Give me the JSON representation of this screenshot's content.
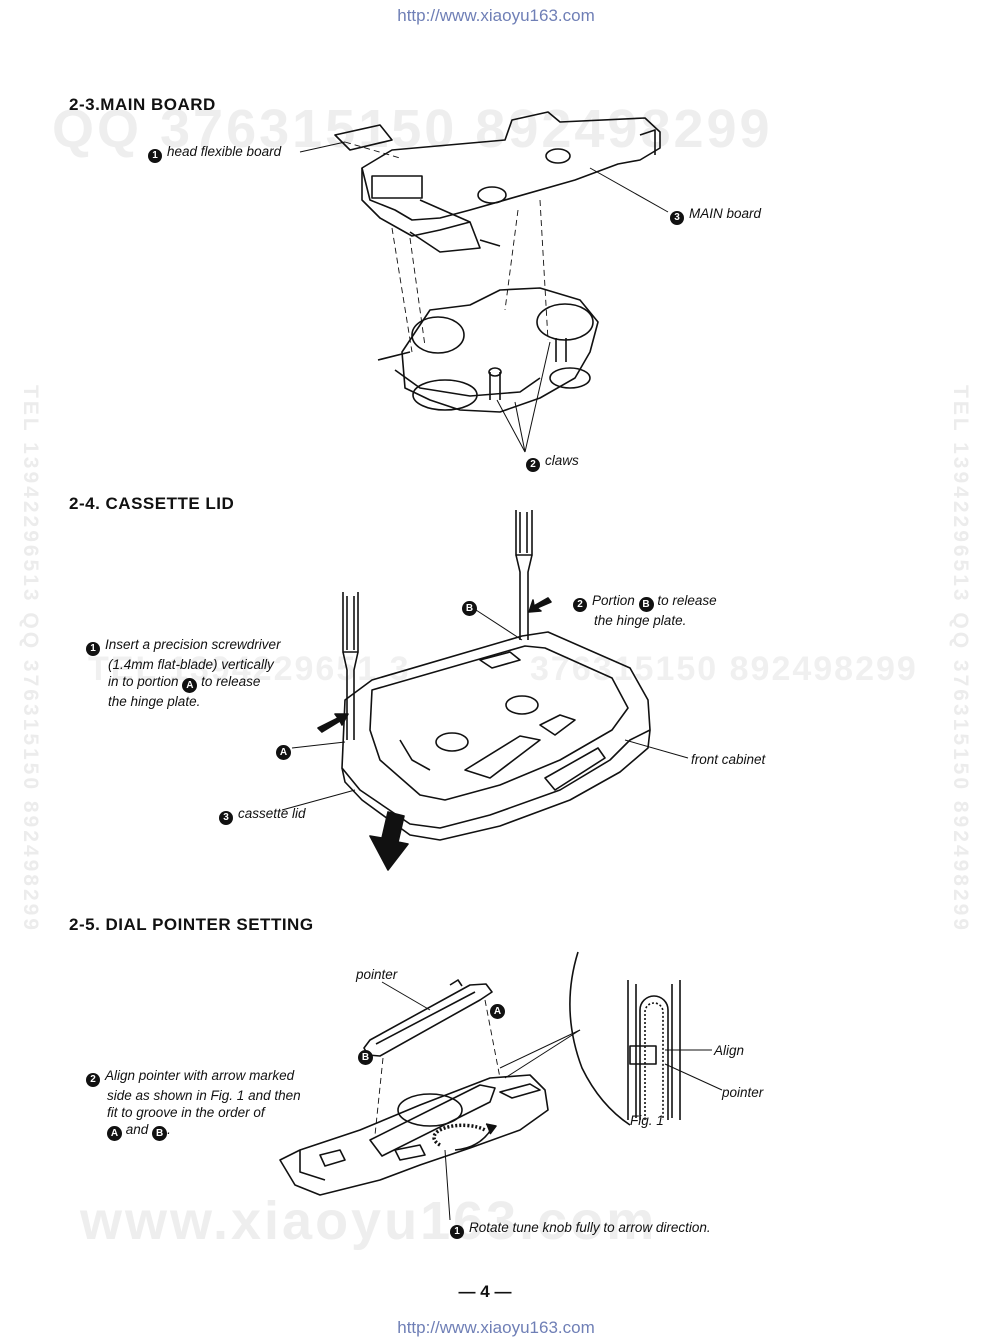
{
  "header_url": "http://www.xiaoyu163.com",
  "footer_url": "http://www.xiaoyu163.com",
  "watermarks": {
    "qq_top": "QQ 376315150  892498299",
    "tel_side": "TEL 13942296513  QQ 376315150  892498299",
    "mid": "376315150  892498299",
    "mid_left": "TEL 1394229651 3",
    "bottom": "www.xiaoyu163.com"
  },
  "sections": {
    "main_board": {
      "title": "2-3.MAIN BOARD",
      "labels": {
        "head_flex_num": "1",
        "head_flex": "head flexible board",
        "main_board_num": "3",
        "main_board": "MAIN board",
        "claws_num": "2",
        "claws": "claws"
      }
    },
    "cassette_lid": {
      "title": "2-4.  CASSETTE LID",
      "labels": {
        "insert_num": "1",
        "insert_line1": "Insert a precision screwdriver",
        "insert_line2": "(1.4mm flat-blade) vertically",
        "insert_line3a": "in to portion",
        "insert_line3b": "to release",
        "insert_line4": "the hinge plate.",
        "portion_num": "2",
        "portion_a": "Portion",
        "portion_b": "to release",
        "portion_line2": "the hinge plate.",
        "front_cabinet": "front cabinet",
        "lid_num": "3",
        "cassette_lid": "cassette lid",
        "marker_a": "A",
        "marker_b": "B"
      }
    },
    "dial_pointer": {
      "title": "2-5.  DIAL POINTER SETTING",
      "labels": {
        "pointer": "pointer",
        "align_num": "2",
        "align_line1": "Align pointer with arrow marked",
        "align_line2": "side as shown in Fig. 1 and then",
        "align_line3": "fit to groove in the order of",
        "align_and": "and",
        "marker_a": "A",
        "marker_b": "B",
        "align": "Align",
        "pointer2": "pointer",
        "fig": "Fig.  1",
        "rotate_num": "1",
        "rotate": "Rotate tune knob fully to arrow direction."
      }
    }
  },
  "page_number": "— 4 —"
}
